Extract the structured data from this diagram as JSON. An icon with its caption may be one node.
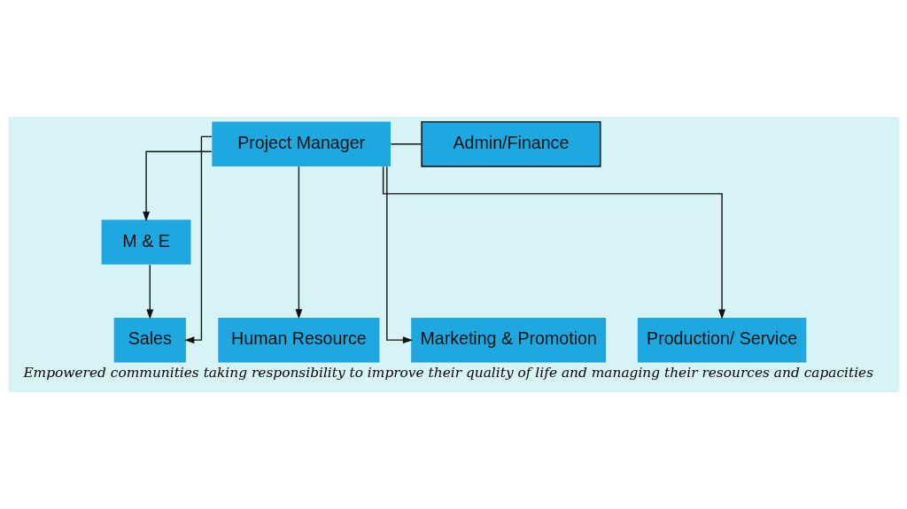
{
  "diagram": {
    "caption": "Empowered communities taking responsibility to improve their quality of life and managing their resources and capacities",
    "nodes": [
      {
        "text": [
          "Project Manager"
        ]
      },
      {
        "text": [
          "Admin/Finance"
        ]
      },
      {
        "text": [
          "M & E"
        ]
      },
      {
        "text": [
          "Human Resource"
        ]
      },
      {
        "text": [
          "Marketing & Promotion"
        ]
      },
      {
        "text": [
          "Production/ Service"
        ]
      },
      {
        "text": [
          "Sales"
        ]
      }
    ],
    "edges": [
      {
        "from": 0,
        "to": 2,
        "arrow": "to"
      },
      {
        "from": 0,
        "to": 3,
        "arrow": "to"
      },
      {
        "from": 0,
        "to": 4,
        "arrow": "to"
      },
      {
        "from": 0,
        "to": 5,
        "arrow": "to"
      },
      {
        "from": 0,
        "to": 6,
        "arrow": "to"
      },
      {
        "from": 1,
        "to": 0,
        "arrow": "none"
      },
      {
        "from": 2,
        "to": 6,
        "arrow": "to"
      }
    ]
  }
}
